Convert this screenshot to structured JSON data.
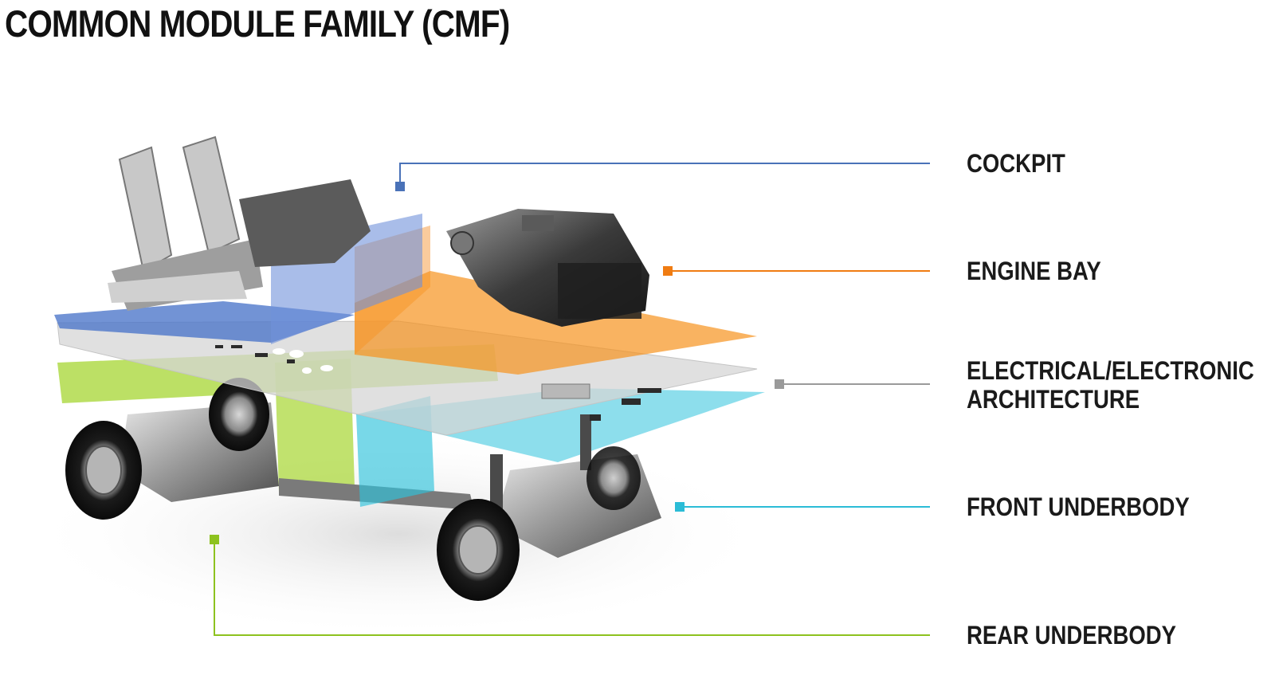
{
  "title": "COMMON MODULE FAMILY (CMF)",
  "modules": [
    {
      "id": "cockpit",
      "label": "COCKPIT",
      "color": "#4a72b8"
    },
    {
      "id": "engine-bay",
      "label": "ENGINE BAY",
      "color": "#f07c12"
    },
    {
      "id": "ee-architecture",
      "label_line1": "ELECTRICAL/ELECTRONIC",
      "label_line2": "ARCHITECTURE",
      "color": "#9a9a9a"
    },
    {
      "id": "front-underbody",
      "label": "FRONT UNDERBODY",
      "color": "#2bbcd6"
    },
    {
      "id": "rear-underbody",
      "label": "REAR UNDERBODY",
      "color": "#8dc21f"
    }
  ]
}
